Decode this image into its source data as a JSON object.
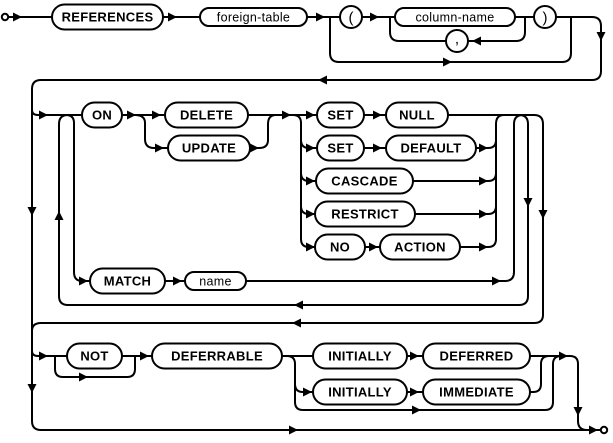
{
  "diagram": {
    "name": "foreign-key-clause",
    "kind": "railroad-syntax-diagram",
    "colors": {
      "line": "#000000",
      "background": "#ffffff",
      "node_fill": "#ffffff",
      "text": "#000000"
    },
    "row1": {
      "references": "REFERENCES",
      "foreign_table": "foreign-table",
      "open_paren": "(",
      "column_name": "column-name",
      "comma": ",",
      "close_paren": ")"
    },
    "on_clause": {
      "on": "ON",
      "delete": "DELETE",
      "update": "UPDATE",
      "set_null": {
        "set": "SET",
        "null": "NULL"
      },
      "set_default": {
        "set": "SET",
        "default": "DEFAULT"
      },
      "cascade": "CASCADE",
      "restrict": "RESTRICT",
      "no_action": {
        "no": "NO",
        "action": "ACTION"
      }
    },
    "match_clause": {
      "match": "MATCH",
      "name": "name"
    },
    "deferrable_clause": {
      "not": "NOT",
      "deferrable": "DEFERRABLE",
      "initially_deferred": {
        "initially": "INITIALLY",
        "deferred": "DEFERRED"
      },
      "initially_immediate": {
        "initially": "INITIALLY",
        "immediate": "IMMEDIATE"
      }
    }
  }
}
